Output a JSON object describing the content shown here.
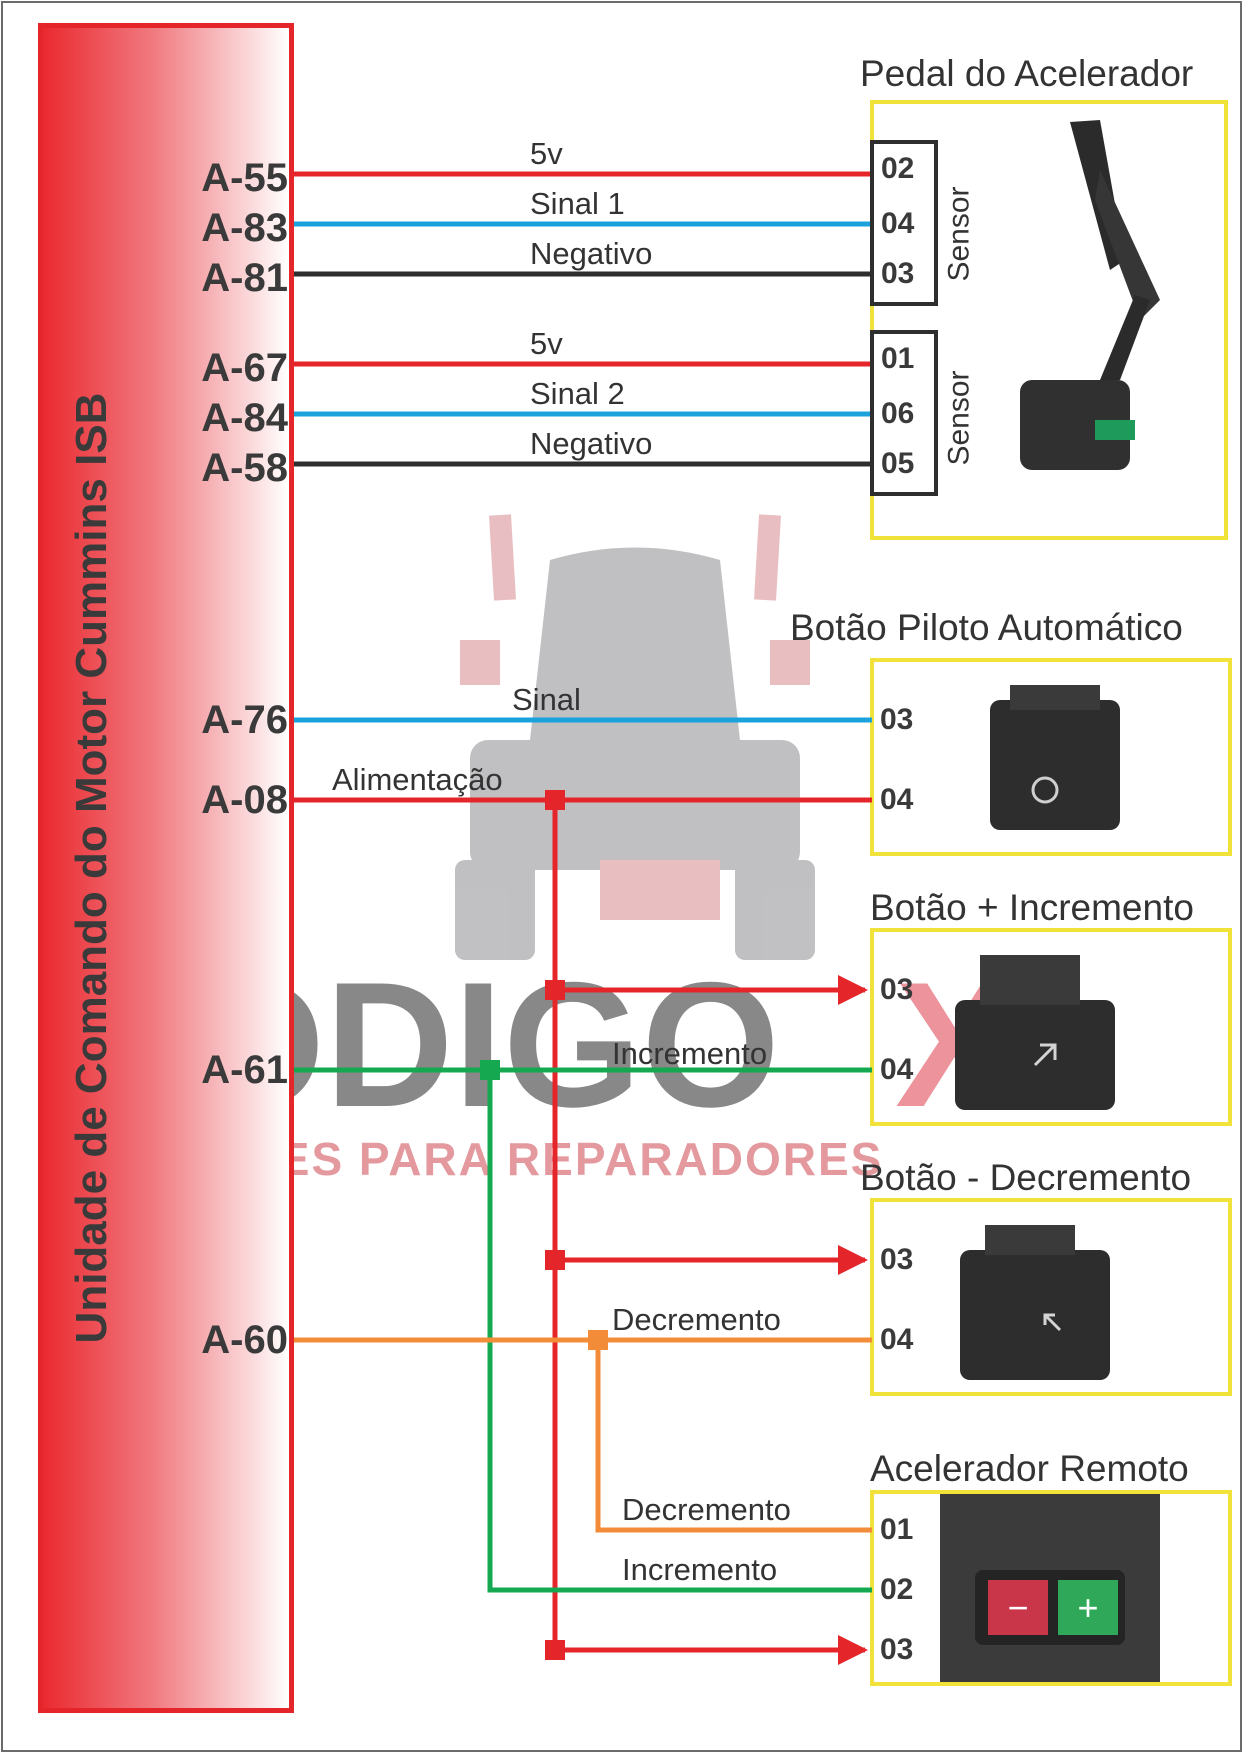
{
  "ecu": {
    "title": "Unidade de Comando do Motor Cummins ISB"
  },
  "pins": [
    "A-55",
    "A-83",
    "A-81",
    "A-67",
    "A-84",
    "A-58",
    "A-76",
    "A-08",
    "A-61",
    "A-60"
  ],
  "wire_labels": {
    "a55": "5v",
    "a83": "Sinal 1",
    "a81": "Negativo",
    "a67": "5v",
    "a84": "Sinal 2",
    "a58": "Negativo",
    "a76": "Sinal",
    "a08": "Alimentação",
    "a61": "Incremento",
    "a60": "Decremento",
    "remote_decr": "Decremento",
    "remote_incr": "Incremento"
  },
  "components": {
    "pedal": {
      "title": "Pedal do Acelerador",
      "sensor1_label": "Sensor",
      "sensor2_label": "Sensor",
      "sensor1_terminals": [
        "02",
        "04",
        "03"
      ],
      "sensor2_terminals": [
        "01",
        "06",
        "05"
      ]
    },
    "cruise": {
      "title": "Botão Piloto Automático",
      "terminals": [
        "03",
        "04"
      ]
    },
    "increment": {
      "title": "Botão + Incremento",
      "terminals": [
        "03",
        "04"
      ]
    },
    "decrement": {
      "title": "Botão - Decremento",
      "terminals": [
        "03",
        "04"
      ]
    },
    "remote": {
      "title": "Acelerador Remoto",
      "terminals": [
        "01",
        "02",
        "03"
      ],
      "minus_symbol": "−",
      "plus_symbol": "+"
    }
  },
  "watermark": {
    "brand": "CÓDIGO",
    "brand_mark": "X",
    "tagline": "SOLUÇÕES PARA REPARADORES"
  },
  "colors": {
    "red": "#e4252a",
    "blue": "#1ba1dc",
    "black": "#2e2e2e",
    "green": "#15a850",
    "orange": "#f28c38",
    "yellow": "#f1e23a"
  }
}
